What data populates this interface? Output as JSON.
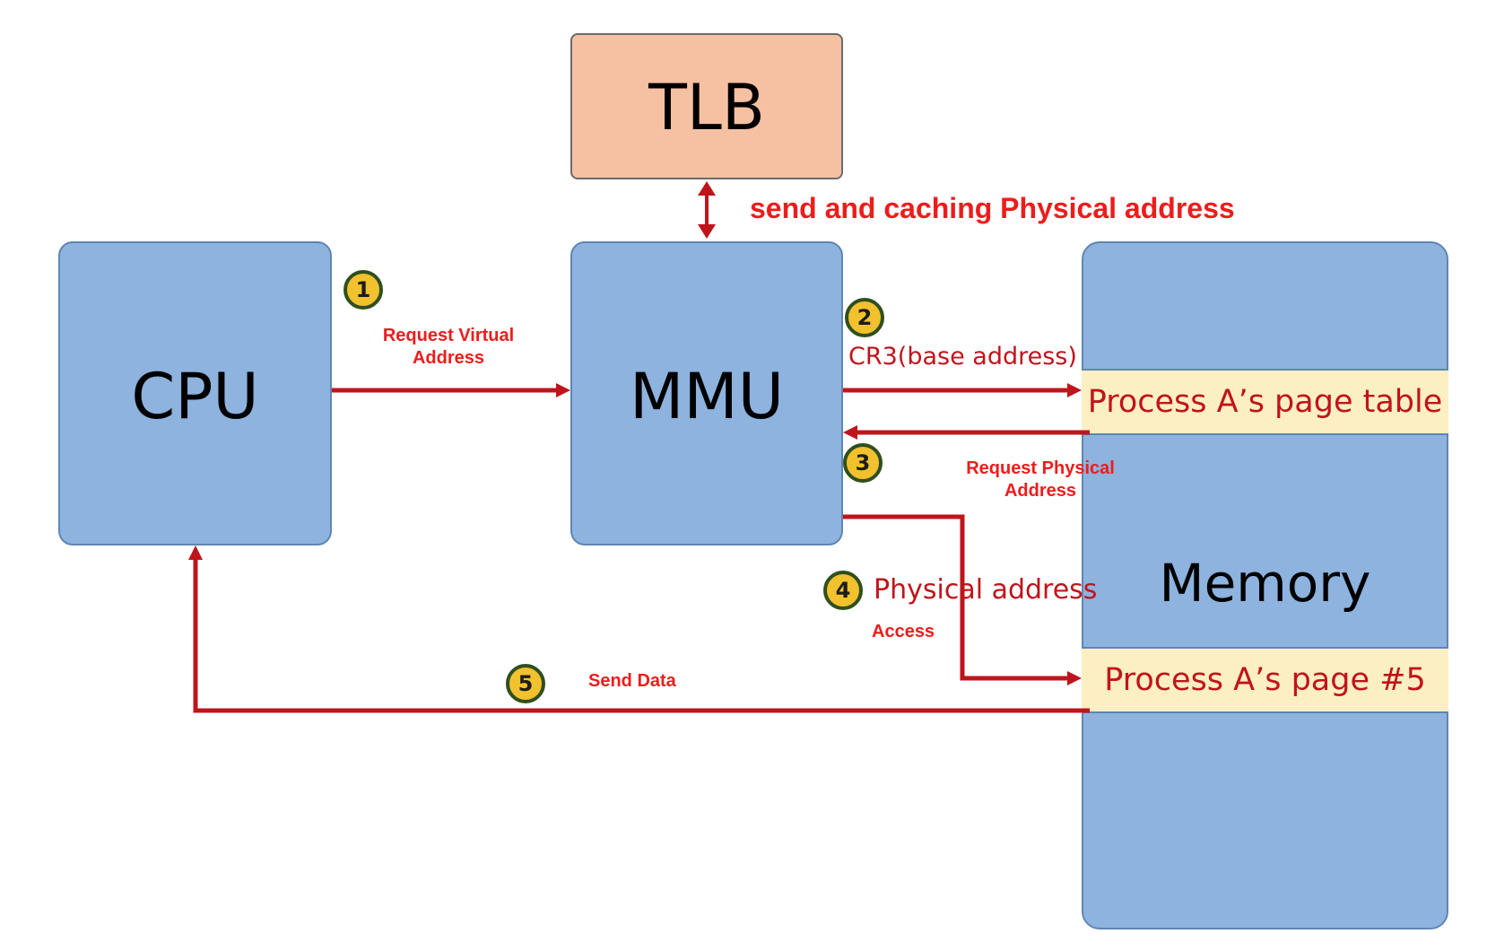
{
  "boxes": {
    "tlb": "TLB",
    "cpu": "CPU",
    "mmu": "MMU",
    "memory": "Memory",
    "page_table": "Process A’s page table",
    "page5": "Process A’s page #5"
  },
  "labels": {
    "tlb_link": "send and caching Physical address",
    "request_virtual_line1": "Request Virtual",
    "request_virtual_line2": "Address",
    "cr3": "CR3(base address)",
    "request_physical_line1": "Request Physical",
    "request_physical_line2": "Address",
    "physical_address": "Physical address",
    "access": "Access",
    "send_data": "Send Data"
  },
  "steps": [
    "1",
    "2",
    "3",
    "4",
    "5"
  ],
  "colors": {
    "box_fill": "#8db3de",
    "tlb_fill": "#f6c0a3",
    "band_fill": "#fdefc4",
    "arrow": "#c0141c",
    "label": "#ee1c1c",
    "badge_fill": "#f2c12e",
    "badge_ring": "#2f4f1e"
  }
}
